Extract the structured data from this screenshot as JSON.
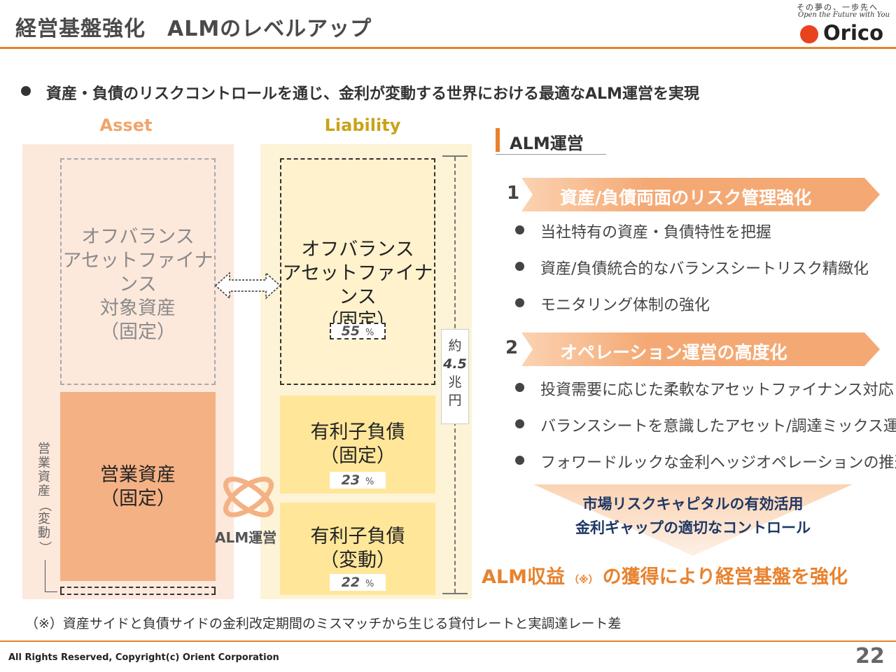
{
  "header": {
    "title": "経営基盤強化　ALMのレベルアップ",
    "tagline_jp": "その夢の、一歩先へ",
    "tagline_en": "Open the Future with You",
    "logo_text": "Orico",
    "accent_color": "#e8822e"
  },
  "lead": {
    "text": "資産・負債のリスクコントロールを通じ、金利が変動する世界における最適なALM運営を実現"
  },
  "diagram": {
    "asset_header": "Asset",
    "liability_header": "Liability",
    "asset": {
      "offbalance_lines": [
        "オフバランス",
        "アセットファイナンス",
        "対象資産",
        "（固定）"
      ],
      "operating_lines": [
        "営業資産",
        "（固定）"
      ],
      "variable_label": "営業資産（変動）"
    },
    "liability": {
      "offbalance": {
        "lines": [
          "オフバランス",
          "アセットファイナンス",
          "（固定）"
        ],
        "pct": "55",
        "unit": "%"
      },
      "debt_fixed": {
        "lines": [
          "有利子負債",
          "（固定）"
        ],
        "pct": "23",
        "unit": "%"
      },
      "debt_variable": {
        "lines": [
          "有利子負債",
          "（変動）"
        ],
        "pct": "22",
        "unit": "%"
      }
    },
    "center_label": "ALM運営",
    "total": {
      "prefix": "約",
      "value": "4.5",
      "unit_lines": [
        "兆",
        "円"
      ]
    }
  },
  "right": {
    "title": "ALM運営",
    "sections": [
      {
        "num": "1",
        "title": "資産/負債両面のリスク管理強化",
        "items": [
          "当社特有の資産・負債特性を把握",
          "資産/負債統合的なバランスシートリスク精緻化",
          "モニタリング体制の強化"
        ]
      },
      {
        "num": "2",
        "title": "オペレーション運営の高度化",
        "items": [
          "投資需要に応じた柔軟なアセットファイナンス対応",
          "バランスシートを意識したアセット/調達ミックス運営",
          "フォワードルックな金利ヘッジオペレーションの推進"
        ]
      }
    ],
    "results": [
      "市場リスクキャピタルの有効活用",
      "金利ギャップの適切なコントロール"
    ],
    "conclusion": {
      "main1": "ALM収益",
      "note": "（※）",
      "main2": "の獲得により経営基盤を強化"
    }
  },
  "footnote": "（※）資産サイドと負債サイドの金利改定期間のミスマッチから生じる貸付レートと実調達レート差",
  "footer": {
    "copyright": "All Rights Reserved, Copyright(c) Orient Corporation",
    "page": "22"
  }
}
